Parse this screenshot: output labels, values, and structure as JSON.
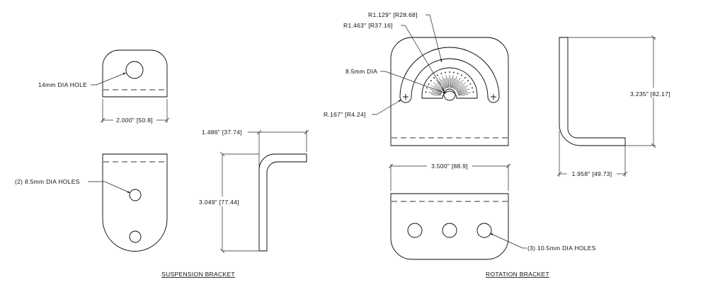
{
  "suspension": {
    "title": "SUSPENSION BRACKET",
    "hole_top_label": "14mm DIA HOLE",
    "width_dim": "2.000\" [50.8]",
    "holes_label": "(2) 8.5mm DIA HOLES",
    "flange_dim": "1.486\" [37.74]",
    "height_dim": "3.049\" [77.44]"
  },
  "rotation": {
    "title": "ROTATION BRACKET",
    "r_inner": "R1.129\" [R28.68]",
    "r_outer": "R1.463\" [R37.16]",
    "center_hole": "8.5mm DIA",
    "slot_radius": "R.167\" [R4.24]",
    "width_dim": "3.500\" [88.9]",
    "holes_label": "(3) 10.5mm DIA HOLES",
    "height_dim": "3.235\" [82.17]",
    "flange_dim": "1.958\" [49.73]"
  }
}
